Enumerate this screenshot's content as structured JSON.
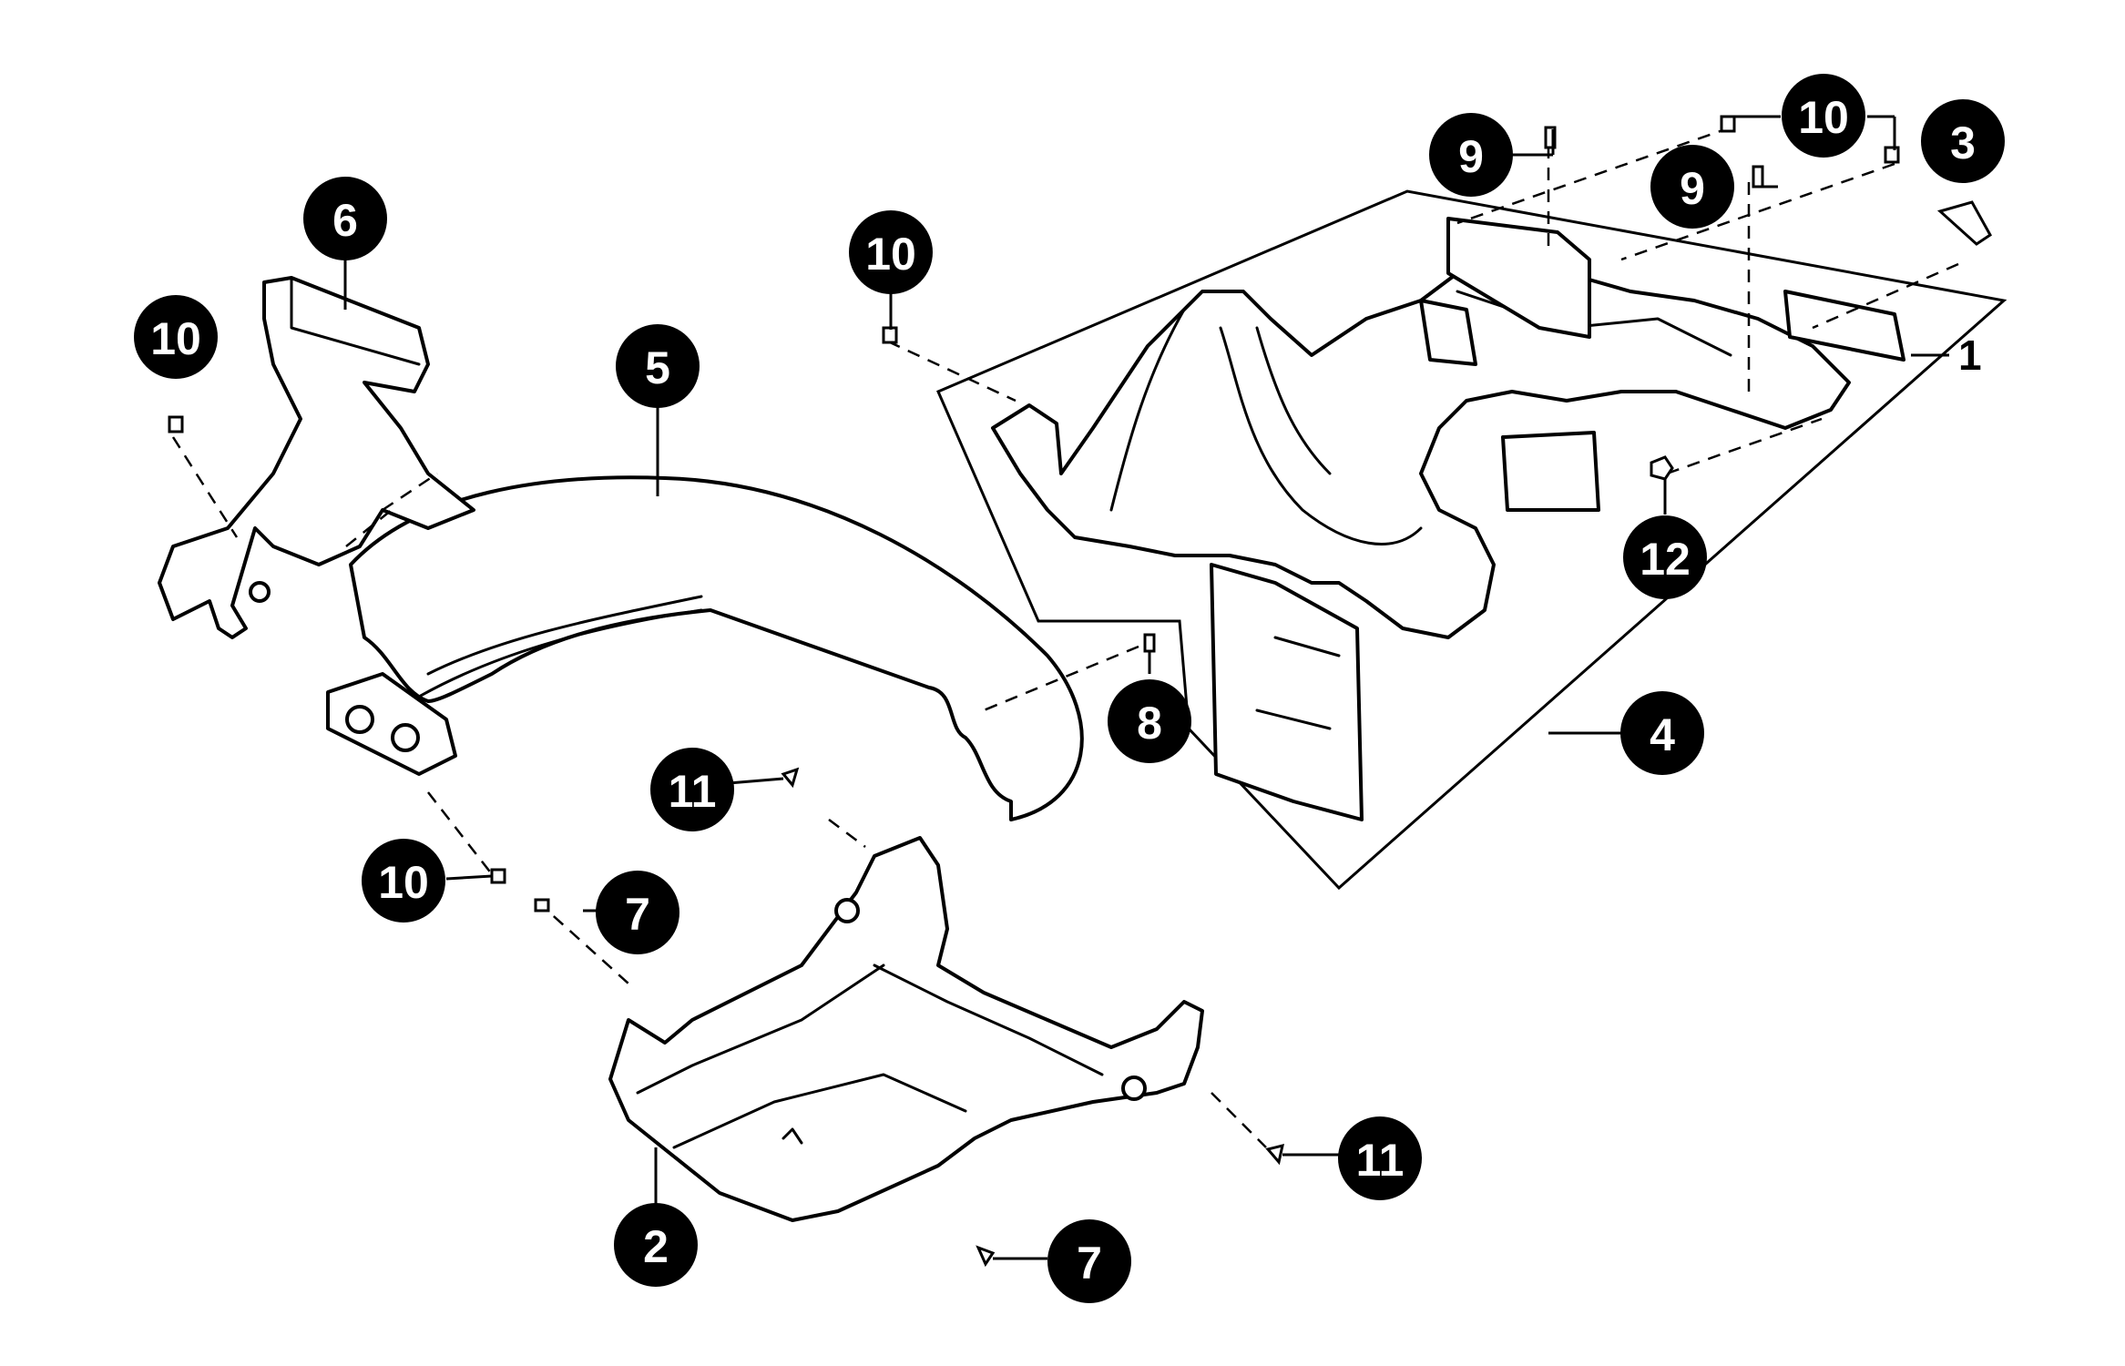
{
  "diagram": {
    "callouts": [
      {
        "id": "c-10-a",
        "label": "10"
      },
      {
        "id": "c-6",
        "label": "6"
      },
      {
        "id": "c-5",
        "label": "5"
      },
      {
        "id": "c-10-b",
        "label": "10"
      },
      {
        "id": "c-9-a",
        "label": "9"
      },
      {
        "id": "c-10-c",
        "label": "10"
      },
      {
        "id": "c-9-b",
        "label": "9"
      },
      {
        "id": "c-3",
        "label": "3"
      },
      {
        "id": "c-1",
        "label": "1"
      },
      {
        "id": "c-12",
        "label": "12"
      },
      {
        "id": "c-4",
        "label": "4"
      },
      {
        "id": "c-8",
        "label": "8"
      },
      {
        "id": "c-11-a",
        "label": "11"
      },
      {
        "id": "c-10-d",
        "label": "10"
      },
      {
        "id": "c-7-a",
        "label": "7"
      },
      {
        "id": "c-2",
        "label": "2"
      },
      {
        "id": "c-11-b",
        "label": "11"
      },
      {
        "id": "c-7-b",
        "label": "7"
      }
    ],
    "colors": {
      "ink": "#000000",
      "paper": "#ffffff"
    }
  }
}
